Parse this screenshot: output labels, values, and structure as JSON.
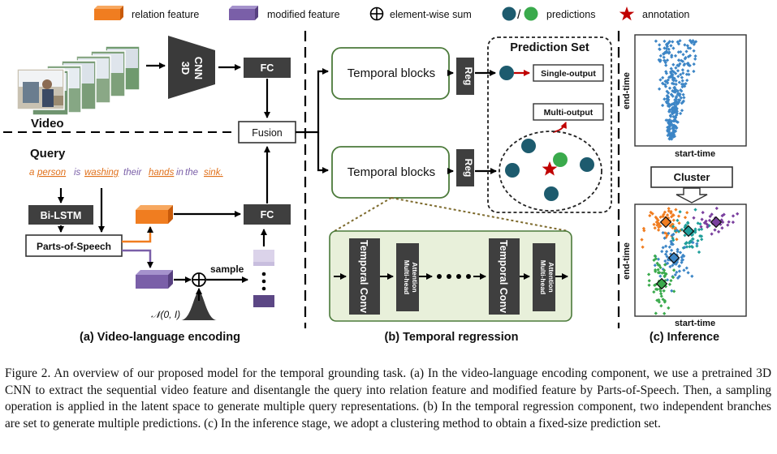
{
  "legend": {
    "relation_feature": "relation feature",
    "modified_feature": "modified feature",
    "element_wise_sum": "element-wise sum",
    "predictions": "predictions",
    "annotation": "annotation",
    "relation_color": "#f07d20",
    "modified_color": "#7a5fa8",
    "prediction_colors": [
      "#1d5b6e",
      "#3aaa4c"
    ],
    "annotation_color": "#c00000"
  },
  "panel_a": {
    "video_label": "Video",
    "cnn_label_1": "3D",
    "cnn_label_2": "CNN",
    "fc_top": "FC",
    "fusion": "Fusion",
    "query_label": "Query",
    "query_words": [
      "a",
      "person",
      "is",
      "washing",
      "their",
      "hands",
      "in",
      "the",
      "sink."
    ],
    "bilstm": "Bi-LSTM",
    "pos": "Parts-of-Speech",
    "fc_bottom": "FC",
    "sample": "sample",
    "normal": "𝒩(0, I)",
    "caption": "(a) Video-language encoding"
  },
  "panel_b": {
    "temporal_blocks_top": "Temporal blocks",
    "temporal_blocks_bottom": "Temporal blocks",
    "reg_top": "Reg",
    "reg_bottom": "Reg",
    "prediction_set": "Prediction Set",
    "single_output": "Single-output",
    "multi_output": "Multi-output",
    "temporal_conv": "Temporal Conv",
    "attention_line1": "Multi-head",
    "attention_line2": "Attention",
    "caption": "(b) Temporal regression"
  },
  "panel_c": {
    "end_time": "end-time",
    "start_time": "start-time",
    "cluster": "Cluster",
    "caption": "(c) Inference"
  },
  "figure_caption": "Figure 2. An overview of our proposed model for the temporal grounding task. (a) In the video-language encoding component, we use a pretrained 3D CNN to extract the sequential video feature and disentangle the query into relation feature and modified feature by Parts-of-Speech. Then, a sampling operation is applied in the latent space to generate multiple query representations. (b) In the temporal regression component, two independent branches are set to generate multiple predictions. (c) In the inference stage, we adopt a clustering method to obtain a fixed-size prediction set."
}
